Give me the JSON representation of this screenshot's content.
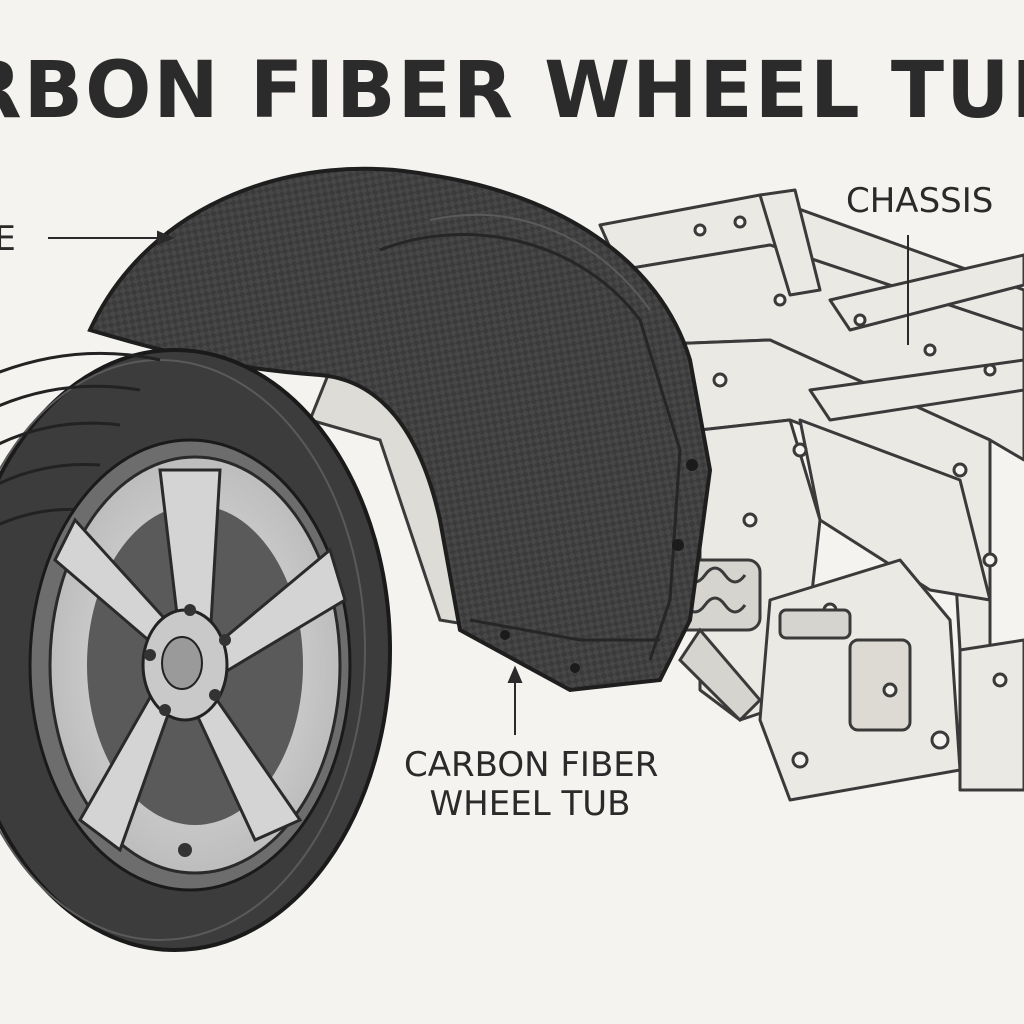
{
  "title": "CARBON FIBER WHEEL TUB INSTALLATION",
  "labels": {
    "tire": "TIRE",
    "chassis": "CHASSIS",
    "tub_line1": "CARBON FIBER",
    "tub_line2": "WHEEL TUB"
  },
  "colors": {
    "background": "#f4f3ef",
    "ink": "#2b2b2b",
    "carbon_fiber": "#3a3a3a",
    "metal": "#e8e6e0"
  }
}
